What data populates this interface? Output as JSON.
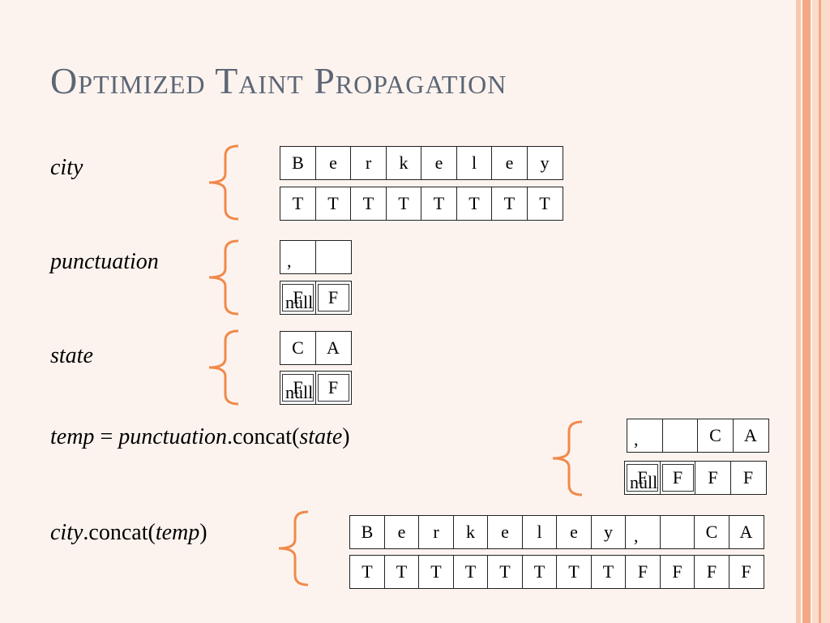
{
  "title": "Optimized Taint Propagation",
  "theme": {
    "background": "#fdf3ee",
    "title_color": "#5c6675",
    "brace_color": "#f08a4b",
    "stripe_colors": [
      "#f6c8b0",
      "#f2a883",
      "#fbdccb"
    ]
  },
  "rows": {
    "city": {
      "label_var": "city",
      "chars": [
        "B",
        "e",
        "r",
        "k",
        "e",
        "l",
        "e",
        "y"
      ],
      "taint": [
        "T",
        "T",
        "T",
        "T",
        "T",
        "T",
        "T",
        "T"
      ]
    },
    "punctuation": {
      "label_var": "punctuation",
      "chars": [
        ",",
        ""
      ],
      "taint": [
        "F",
        "F"
      ],
      "null_label": "null"
    },
    "state": {
      "label_var": "state",
      "chars": [
        "C",
        "A"
      ],
      "taint": [
        "F",
        "F"
      ],
      "null_label": "null"
    },
    "temp": {
      "label_var": "temp",
      "label_eq": " = ",
      "label_arg_var": "punctuation",
      "label_method": ".concat(",
      "label_inner_var": "state",
      "label_close": ")",
      "chars": [
        ",",
        "",
        "C",
        "A"
      ],
      "taint": [
        "F",
        "F",
        "F",
        "F"
      ],
      "null_label": "null"
    },
    "result": {
      "label_var": "city",
      "label_method": ".concat(",
      "label_inner_var": "temp",
      "label_close": ")",
      "chars": [
        "B",
        "e",
        "r",
        "k",
        "e",
        "l",
        "e",
        "y",
        ",",
        "",
        "C",
        "A"
      ],
      "taint": [
        "T",
        "T",
        "T",
        "T",
        "T",
        "T",
        "T",
        "T",
        "F",
        "F",
        "F",
        "F"
      ]
    }
  }
}
